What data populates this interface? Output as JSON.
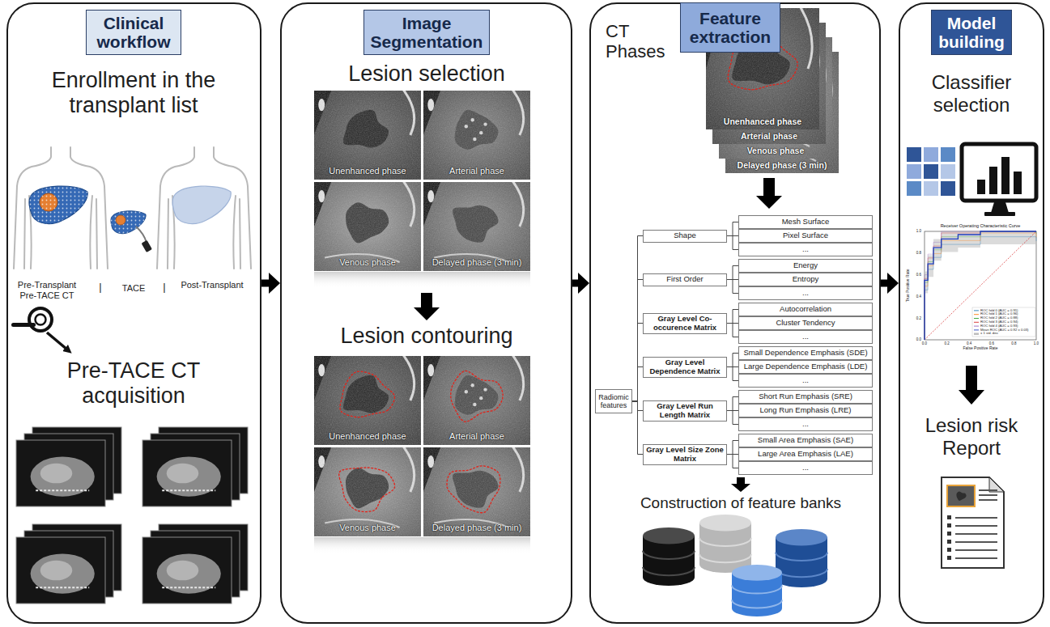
{
  "diagram": {
    "nodes": [
      {
        "text": [
          "Enrollment in the transplant list",
          "Pre-TACE CT acquisition"
        ]
      },
      {
        "text": [
          "Clinical workflow"
        ],
        "in": 0
      },
      {
        "text": [
          "Lesion selection",
          "Lesion contouring"
        ]
      },
      {
        "text": [
          "Image Segmentation"
        ],
        "in": 2
      },
      {
        "text": [
          "CT Phases",
          "Construction of feature banks"
        ]
      },
      {
        "text": [
          "Feature extraction"
        ],
        "in": 4
      },
      {
        "text": [
          "Radiomic features"
        ],
        "in": 4
      },
      {
        "text": [
          "Shape"
        ],
        "in": 4
      },
      {
        "text": [
          "Mesh Surface"
        ],
        "in": 4
      },
      {
        "text": [
          "Pixel Surface"
        ],
        "in": 4
      },
      {
        "text": [
          "..."
        ],
        "in": 4
      },
      {
        "text": [
          "First Order"
        ],
        "in": 4
      },
      {
        "text": [
          "Energy"
        ],
        "in": 4
      },
      {
        "text": [
          "Entropy"
        ],
        "in": 4
      },
      {
        "text": [
          "..."
        ],
        "in": 4
      },
      {
        "text": [
          "Gray Level Co-occurence Matrix"
        ],
        "in": 4
      },
      {
        "text": [
          "Autocorrelation"
        ],
        "in": 4
      },
      {
        "text": [
          "Cluster Tendency"
        ],
        "in": 4
      },
      {
        "text": [
          "..."
        ],
        "in": 4
      },
      {
        "text": [
          "Gray Level Dependence Matrix"
        ],
        "in": 4
      },
      {
        "text": [
          "Small Dependence Emphasis (SDE)"
        ],
        "in": 4
      },
      {
        "text": [
          "Large Dependence Emphasis (LDE)"
        ],
        "in": 4
      },
      {
        "text": [
          "..."
        ],
        "in": 4
      },
      {
        "text": [
          "Gray Level Run Length Matrix"
        ],
        "in": 4
      },
      {
        "text": [
          "Short Run Emphasis (SRE)"
        ],
        "in": 4
      },
      {
        "text": [
          "Long Run Emphasis (LRE)"
        ],
        "in": 4
      },
      {
        "text": [
          "..."
        ],
        "in": 4
      },
      {
        "text": [
          "Gray Level Size Zone Matrix"
        ],
        "in": 4
      },
      {
        "text": [
          "Small Area Emphasis (SAE)"
        ],
        "in": 4
      },
      {
        "text": [
          "Large Area Emphasis (LAE)"
        ],
        "in": 4
      },
      {
        "text": [
          "..."
        ],
        "in": 4
      },
      {
        "text": [
          "Classifier selection",
          "Lesion risk Report"
        ]
      },
      {
        "text": [
          "Model building"
        ],
        "in": 31
      }
    ],
    "edges": [
      {
        "from": 0,
        "to": 2,
        "arrow": "to"
      },
      {
        "from": 2,
        "to": 4,
        "arrow": "to"
      },
      {
        "from": 4,
        "to": 31,
        "arrow": "to"
      },
      {
        "from": 6,
        "to": 7,
        "arrow": "none"
      },
      {
        "from": 6,
        "to": 11,
        "arrow": "none"
      },
      {
        "from": 6,
        "to": 15,
        "arrow": "none"
      },
      {
        "from": 6,
        "to": 19,
        "arrow": "none"
      },
      {
        "from": 6,
        "to": 23,
        "arrow": "none"
      },
      {
        "from": 6,
        "to": 27,
        "arrow": "none"
      },
      {
        "from": 7,
        "to": 8,
        "arrow": "none"
      },
      {
        "from": 7,
        "to": 9,
        "arrow": "none"
      },
      {
        "from": 7,
        "to": 10,
        "arrow": "none"
      },
      {
        "from": 11,
        "to": 12,
        "arrow": "none"
      },
      {
        "from": 11,
        "to": 13,
        "arrow": "none"
      },
      {
        "from": 11,
        "to": 14,
        "arrow": "none"
      },
      {
        "from": 15,
        "to": 16,
        "arrow": "none"
      },
      {
        "from": 15,
        "to": 17,
        "arrow": "none"
      },
      {
        "from": 15,
        "to": 18,
        "arrow": "none"
      },
      {
        "from": 19,
        "to": 20,
        "arrow": "none"
      },
      {
        "from": 19,
        "to": 21,
        "arrow": "none"
      },
      {
        "from": 19,
        "to": 22,
        "arrow": "none"
      },
      {
        "from": 23,
        "to": 24,
        "arrow": "none"
      },
      {
        "from": 23,
        "to": 25,
        "arrow": "none"
      },
      {
        "from": 23,
        "to": 26,
        "arrow": "none"
      },
      {
        "from": 27,
        "to": 28,
        "arrow": "none"
      },
      {
        "from": 27,
        "to": 29,
        "arrow": "none"
      },
      {
        "from": 27,
        "to": 30,
        "arrow": "none"
      }
    ],
    "labels": [
      "Pre-Transplant",
      "Pre-TACE CT",
      "|",
      "TACE",
      "|",
      "Post-Transplant",
      "Unenhanced phase",
      "Arterial phase",
      "Venous phase",
      "Delayed phase (3 min)",
      "Unenhanced phase",
      "Arterial phase",
      "Venous phase",
      "Delayed phase (3 min)",
      "Unenhanced phase",
      "Arterial phase",
      "Venous phase",
      "Delayed phase (3 min)",
      "Receiver Operating Characteristic Curve",
      "True Positive Rate",
      "False Positive Rate",
      "0.0",
      "0.2",
      "0.4",
      "0.6",
      "0.8",
      "1.0",
      "0.0",
      "0.2",
      "0.4",
      "0.6",
      "0.8",
      "1.0",
      "ROC fold 0 (AUC = 0.91)",
      "ROC fold 1 (AUC = 0.96)",
      "ROC fold 2 (AUC = 0.88)",
      "ROC fold 3 (AUC = 0.94)",
      "ROC fold 4 (AUC = 0.93)",
      "Mean ROC (AUC = 0.92 ± 0.03)",
      "± 1 std. dev."
    ]
  }
}
